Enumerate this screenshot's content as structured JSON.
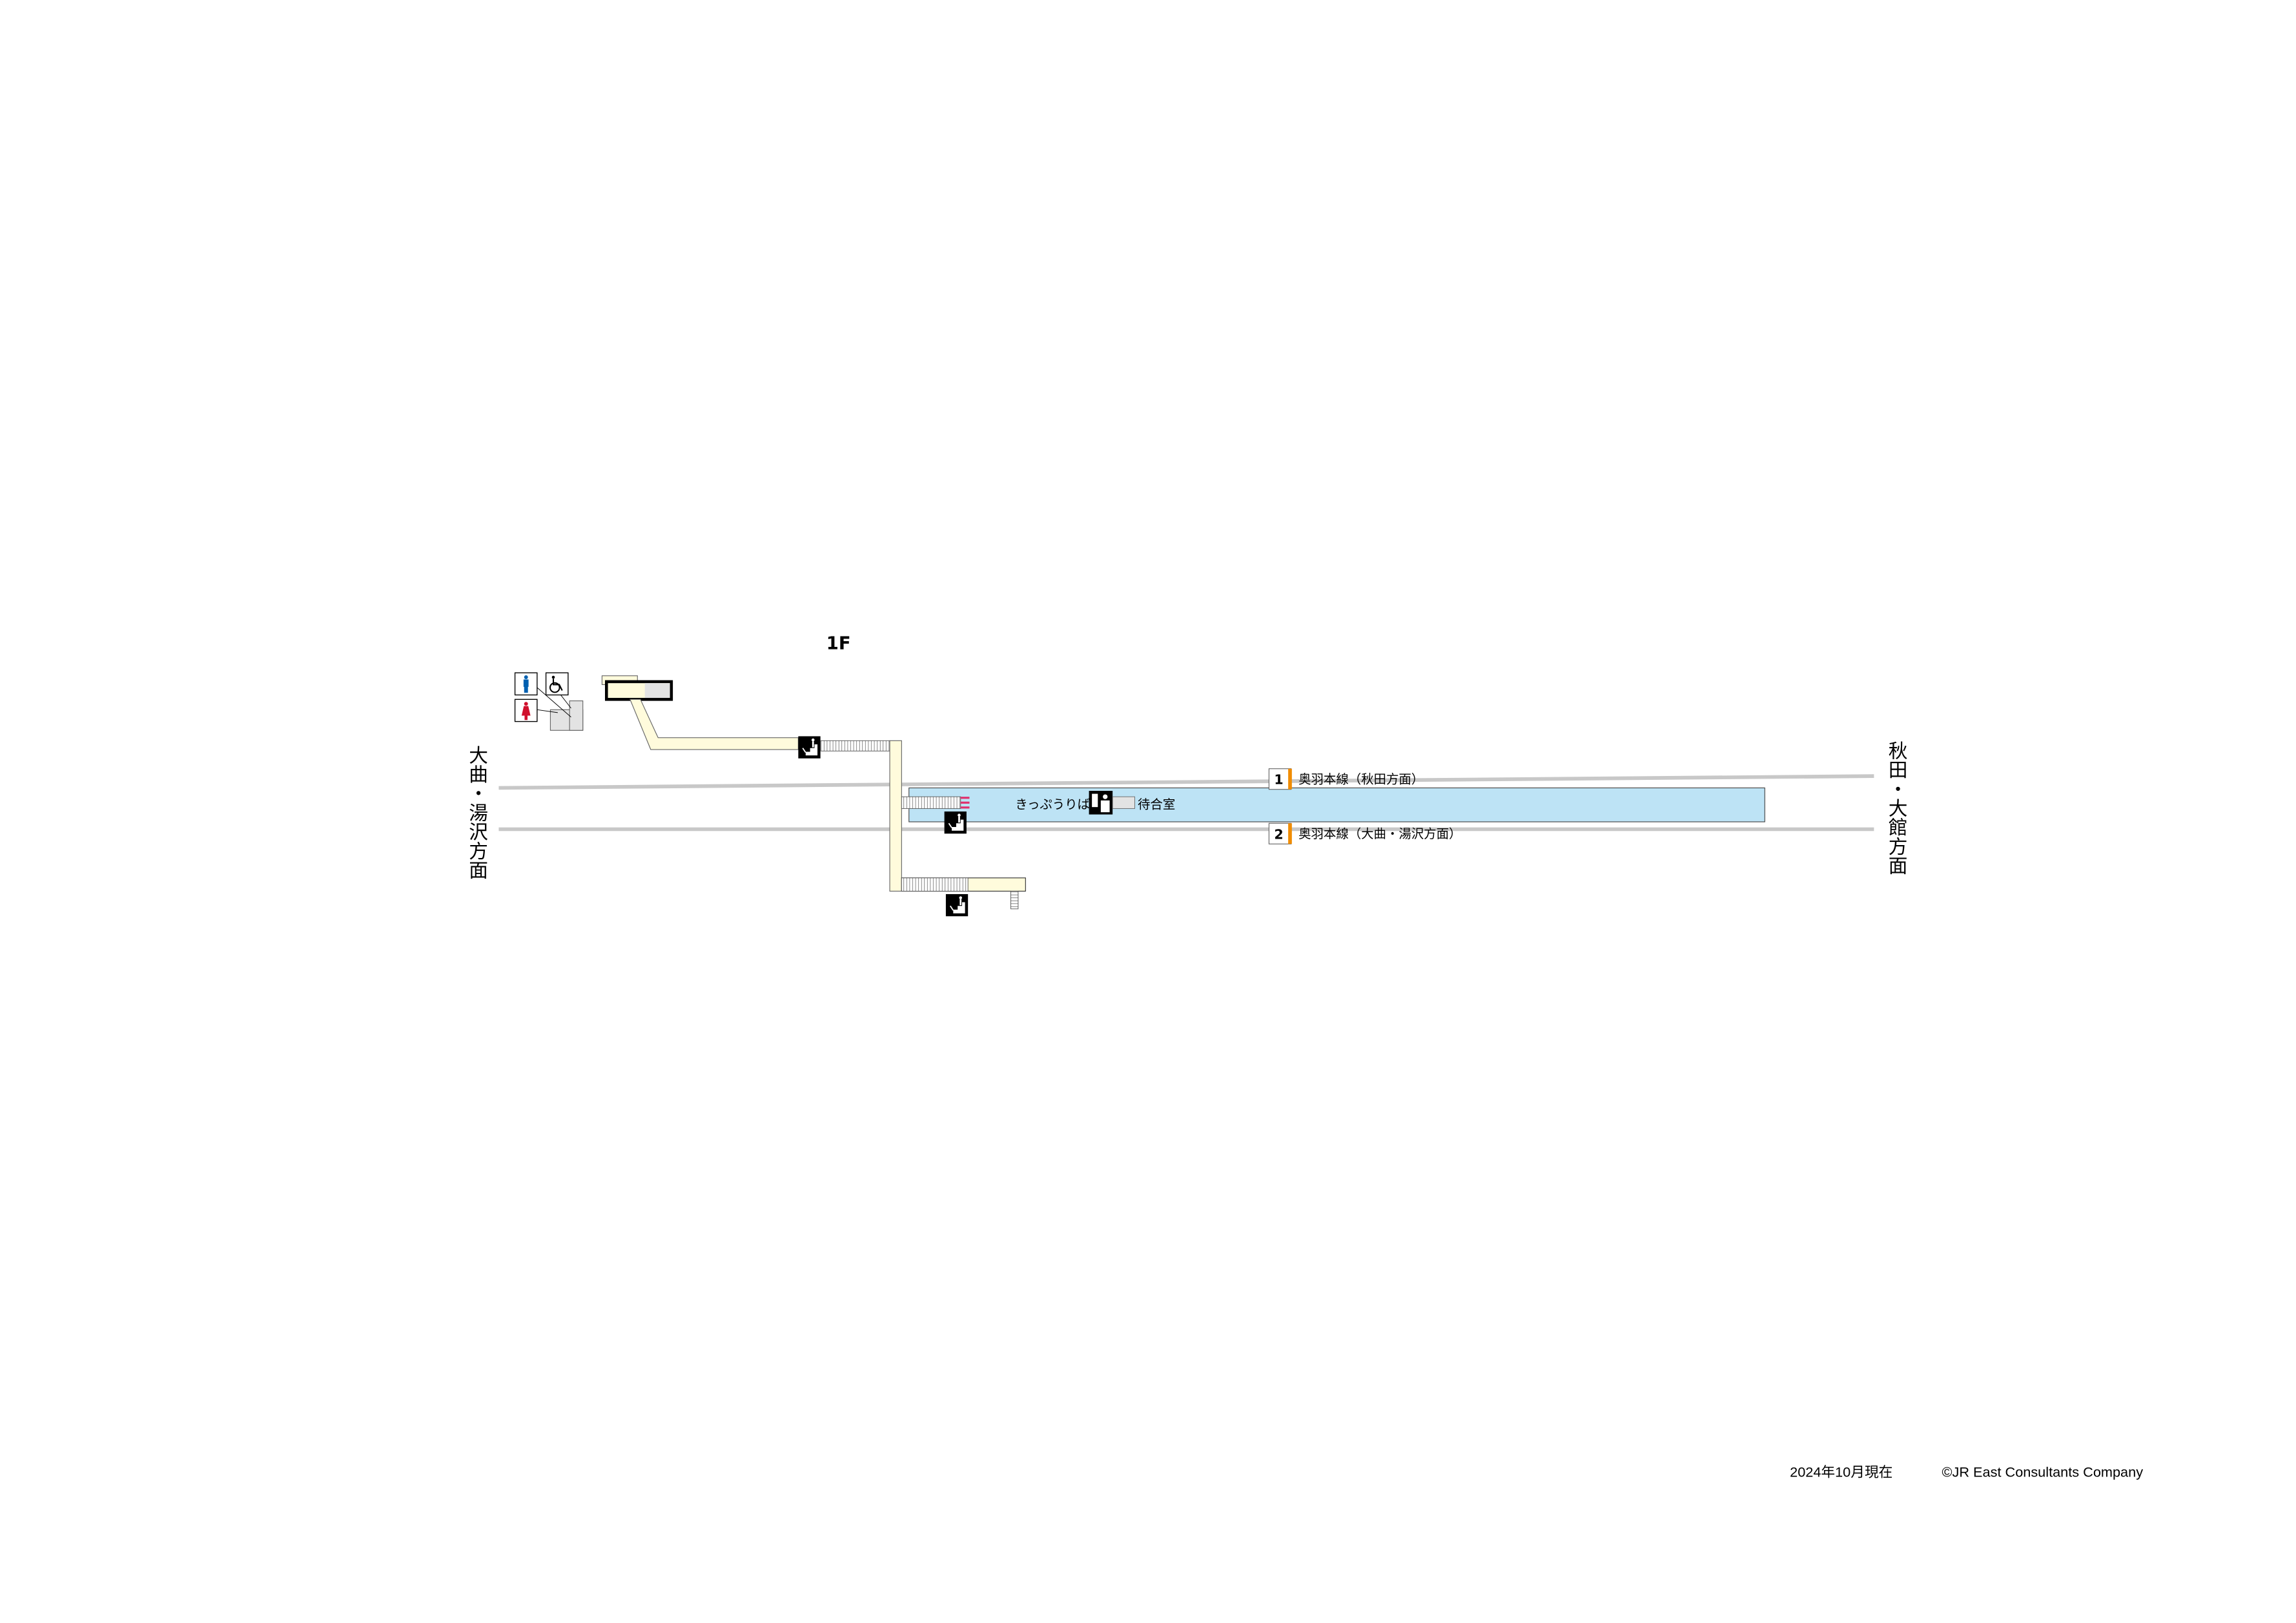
{
  "floor_label": "1F",
  "directions": {
    "left": "大曲・湯沢方面",
    "right": "秋田・大館方面"
  },
  "tracks": [
    {
      "number": "1",
      "label": "奥羽本線（秋田方面）"
    },
    {
      "number": "2",
      "label": "奥羽本線（大曲・湯沢方面）"
    }
  ],
  "facilities": {
    "ticket_counter": "きっぷうりば",
    "waiting_room": "待合室"
  },
  "icons": [
    "mens-toilet-icon",
    "womens-toilet-icon",
    "accessible-toilet-icon",
    "stairs-icon",
    "ticket-office-icon"
  ],
  "colors": {
    "platform": "#bde3f5",
    "corridor": "#fffbdc",
    "track": "#c8c8c8",
    "track_marker": "#f08c00",
    "mens": "#0060b0",
    "womens": "#d0102c",
    "tactile": "#e0306e"
  },
  "footer": {
    "date": "2024年10月現在",
    "copyright": "©JR East Consultants Company"
  }
}
